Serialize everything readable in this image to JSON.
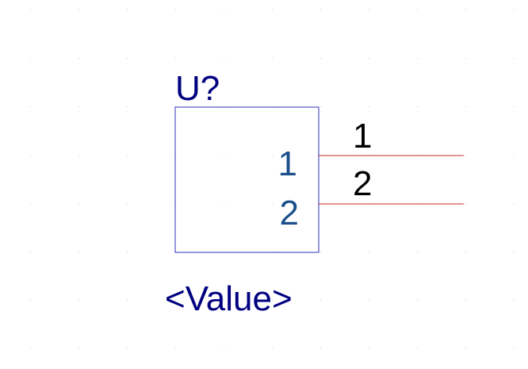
{
  "symbol": {
    "reference": "U?",
    "value": "<Value>",
    "pins": [
      {
        "number": "1",
        "name": "1"
      },
      {
        "number": "2",
        "name": "2"
      }
    ]
  },
  "colors": {
    "body_outline": "#2f2fb5",
    "reference_text": "#000080",
    "value_text": "#000080",
    "pin_name_text": "#1b4f8a",
    "pin_number_text": "#000000",
    "pin_line": "#cc2a2a",
    "grid_dot": "#c8c8c8",
    "background": "#ffffff"
  }
}
